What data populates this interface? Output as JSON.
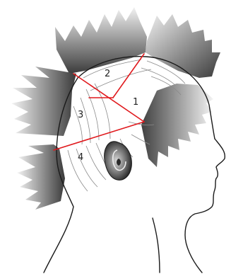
{
  "diagram": {
    "zones": [
      {
        "id": "1",
        "label": "1"
      },
      {
        "id": "2",
        "label": "2"
      },
      {
        "id": "3",
        "label": "3"
      },
      {
        "id": "4",
        "label": "4"
      }
    ],
    "colors": {
      "outline": "#1a1a1a",
      "section_lines": "#e0191d",
      "guide_lines": "#888888",
      "comb_dark": "#3c3c3c",
      "comb_light": "#f5f5f5"
    }
  }
}
